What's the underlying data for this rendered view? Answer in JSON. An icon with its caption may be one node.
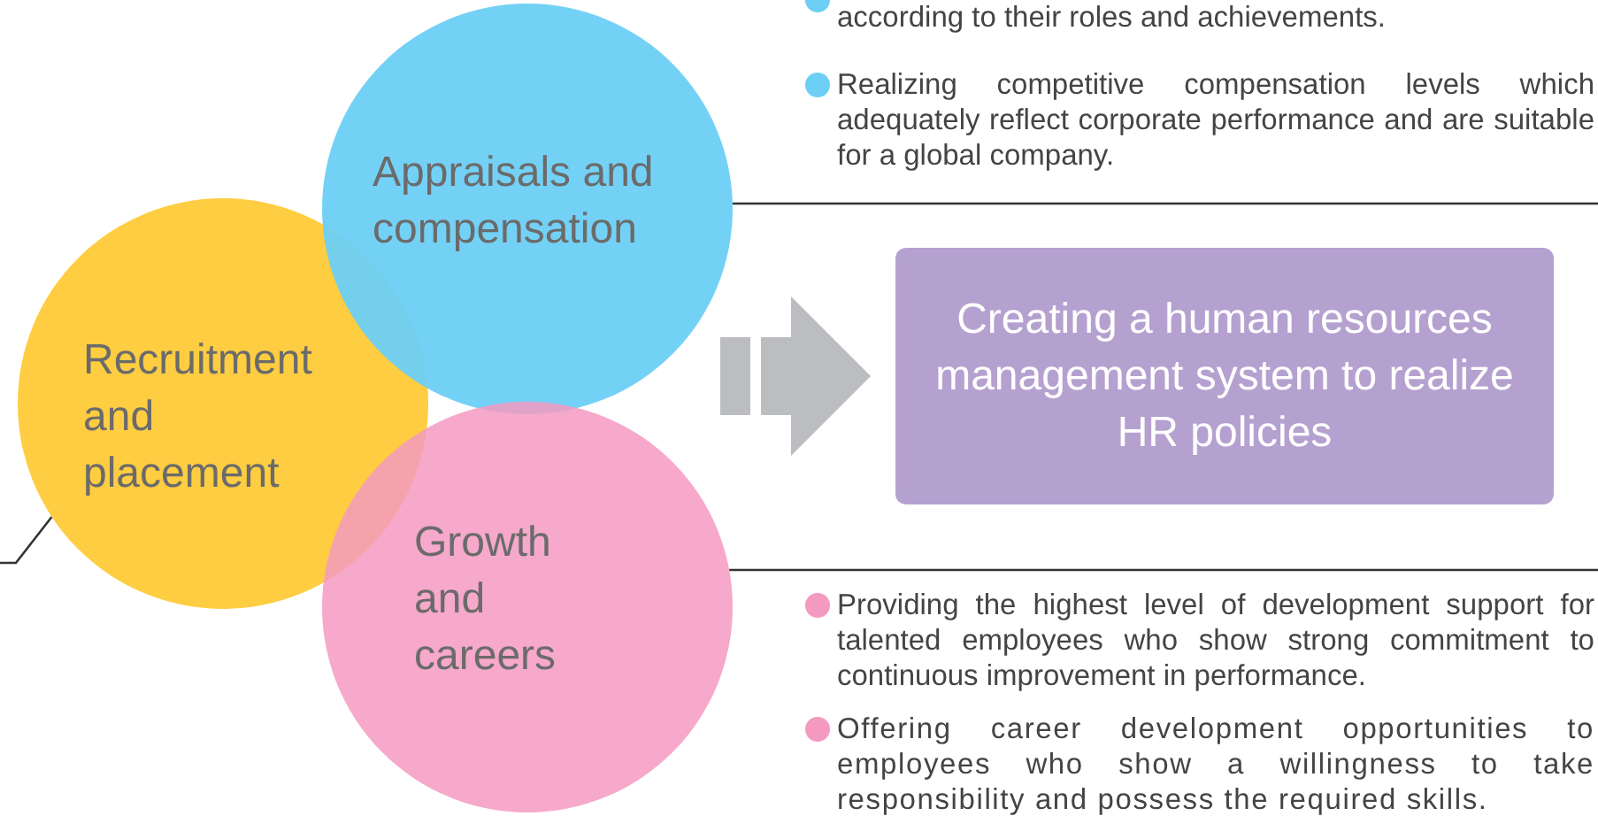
{
  "diagram": {
    "nodes": [
      {
        "text": [
          "Appraisals and compensation"
        ]
      },
      {
        "text": [
          "Recruitment and placement"
        ]
      },
      {
        "text": [
          "Growth and careers"
        ]
      },
      {
        "text": [
          "Creating a human resources management system to realize HR policies"
        ]
      }
    ],
    "edges": [
      {
        "from": null,
        "to": 3,
        "arrow": "to",
        "style": "thick",
        "color": "#bcbdc0"
      },
      {
        "from": 0,
        "to": null,
        "arrow": "none"
      },
      {
        "from": 2,
        "to": null,
        "arrow": "none"
      },
      {
        "from": 1,
        "to": null,
        "arrow": "none"
      }
    ],
    "labels": [
      "according to their roles and achievements.",
      "Realizing competitive compensation levels which adequately reflect corporate performance and are suitable for a global company.",
      "Providing the highest level of development support for talented employees who show strong commitment to continuous improvement in performance.",
      "Offering career development opportunities to employees who show a willingness to take responsibility and possess the required skills."
    ]
  }
}
